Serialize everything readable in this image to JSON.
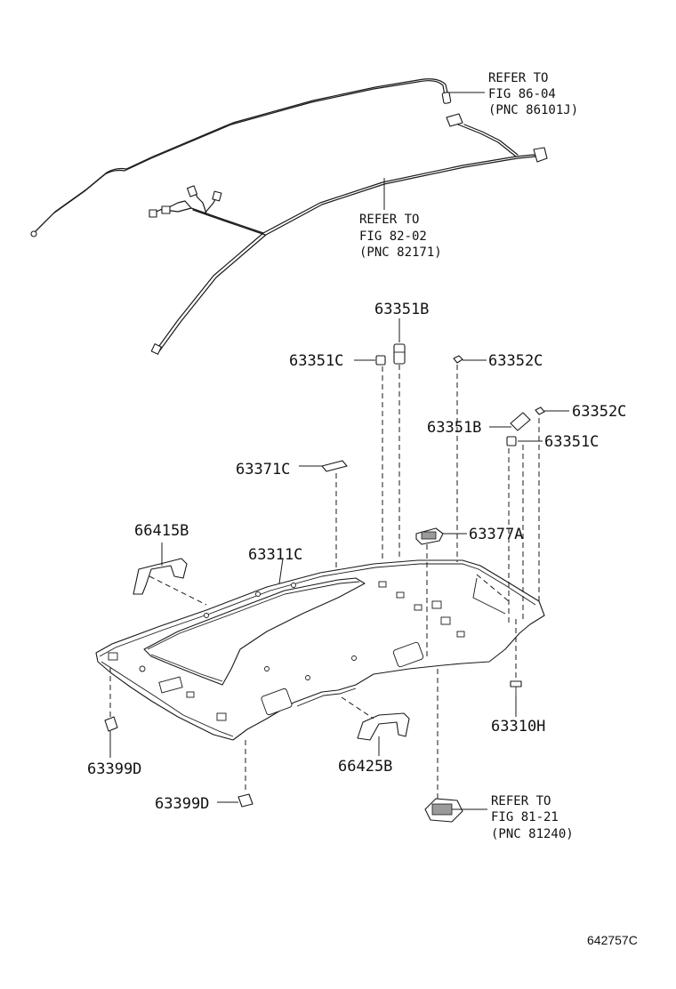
{
  "diagram": {
    "part_numbers": {
      "p63351B_top": "63351B",
      "p63351C_left": "63351C",
      "p63352C_mid": "63352C",
      "p63352C_right": "63352C",
      "p63351B_right": "63351B",
      "p63351C_right": "63351C",
      "p63371C": "63371C",
      "p66415B": "66415B",
      "p63311C": "63311C",
      "p63377A": "63377A",
      "p63310H": "63310H",
      "p63399D_left": "63399D",
      "p63399D_bottom": "63399D",
      "p66425B": "66425B"
    },
    "references": [
      {
        "line1": "REFER TO",
        "line2": "FIG 86-04",
        "line3": "(PNC 86101J)"
      },
      {
        "line1": "REFER TO",
        "line2": "FIG 82-02",
        "line3": "(PNC 82171)"
      },
      {
        "line1": "REFER TO",
        "line2": "FIG 81-21",
        "line3": "(PNC 81240)"
      }
    ],
    "illustration_code": "642757C"
  }
}
